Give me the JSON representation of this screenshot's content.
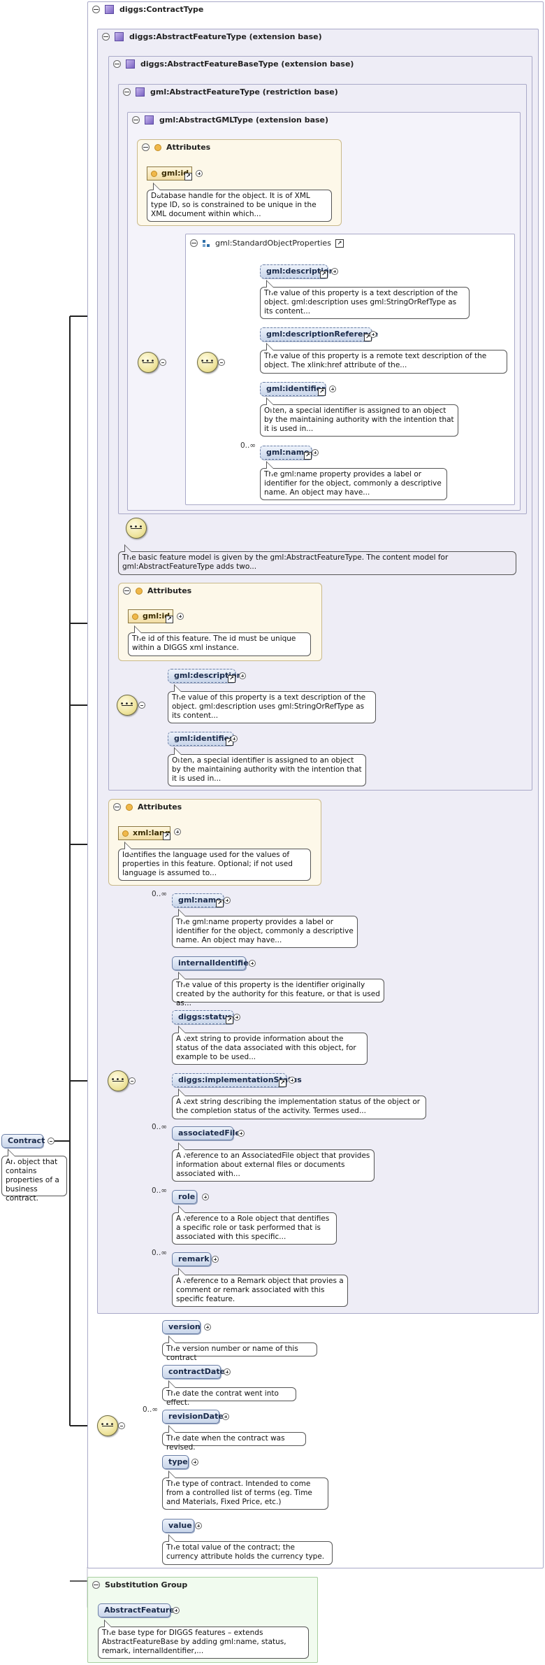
{
  "root": {
    "label": "Contract",
    "doc": "An object that contains properties of a business contract."
  },
  "contract_type": {
    "title": "diggs:ContractType"
  },
  "afeature_type": {
    "title": "diggs:AbstractFeatureType (extension base)"
  },
  "afeature_base_type": {
    "title": "diggs:AbstractFeatureBaseType (extension base)"
  },
  "gml_afeature_type": {
    "title": "gml:AbstractFeatureType (restriction base)"
  },
  "gml_agml_type": {
    "title": "gml:AbstractGMLType (extension base)"
  },
  "attrs_label": "Attributes",
  "gml_attrs": {
    "id_label": "gml:id",
    "id_doc": "Database handle for the object. It is of XML type ID, so is constrained to be unique in the XML document within which..."
  },
  "std_props": {
    "title": "gml:StandardObjectProperties",
    "items": [
      {
        "label": "gml:description",
        "doc": "The value of this property is a text description of the object. gml:description uses gml:StringOrRefType as its content..."
      },
      {
        "label": "gml:descriptionReference",
        "doc": "The value of this property is a remote text description of the object. The xlink:href attribute of the..."
      },
      {
        "label": "gml:identifier",
        "doc": "Often, a special identifier is assigned to an object by the maintaining authority with the intention that it is used in..."
      },
      {
        "label": "gml:name",
        "card": "0..∞",
        "doc": "The gml:name property provides a label or identifier for the object, commonly a descriptive name. An object may have..."
      }
    ]
  },
  "feature_model_doc": "The basic feature model is given by the gml:AbstractFeatureType. The content model for gml:AbstractFeatureType adds two...",
  "base_attrs": {
    "id_label": "gml:id",
    "id_doc": "The id of this feature. The id must be unique within a DIGGS xml instance."
  },
  "base_seq": [
    {
      "label": "gml:description",
      "doc": "The value of this property is a text description of the object. gml:description uses gml:StringOrRefType as its content..."
    },
    {
      "label": "gml:identifier",
      "doc": "Often, a special identifier is assigned to an object by the maintaining authority with the intention that it is used in..."
    }
  ],
  "feat_attrs": {
    "lang_label": "xml:lang",
    "lang_doc": "Identifies the language used for the values of properties in this feature. Optional; if not used language is assumed to..."
  },
  "feat_seq": [
    {
      "label": "gml:name",
      "card": "0..∞",
      "doc": "The gml:name property provides a label or identifier for the object, commonly a descriptive name. An object may have..."
    },
    {
      "label": "internalIdentifier",
      "doc": "The value of this property is the identifier originally created by the authority for this feature, or that is used as..."
    },
    {
      "label": "diggs:status",
      "doc": "A text string to provide information about the status of the data associated with this object, for example to be used..."
    },
    {
      "label": "diggs:implementationStatus",
      "doc": "A text string describing the implementation status of the object or the completion status of the activity. Termes used..."
    },
    {
      "label": "associatedFile",
      "card": "0..∞",
      "doc": "A reference to an AssociatedFile object that provides information about external files or documents associated with..."
    },
    {
      "label": "role",
      "card": "0..∞",
      "doc": "A reference to a Role object that dentifies a specific role or task performed that is associated with this specific..."
    },
    {
      "label": "remark",
      "card": "0..∞",
      "doc": "A reference to a Remark object that provies a comment or remark associated with this specific feature."
    }
  ],
  "contract_seq": {
    "card": "0..∞",
    "items": [
      {
        "label": "version",
        "doc": "The version number or name of this contract"
      },
      {
        "label": "contractDate",
        "doc": "The date the contrat went into effect."
      },
      {
        "label": "revisionDate",
        "doc": "The date when the contract was revised."
      },
      {
        "label": "type",
        "doc": "The type of contract. Intended to come from a controlled list of terms (eg. Time and Materials, Fixed Price, etc.)"
      },
      {
        "label": "value",
        "doc": "The total value of the contract; the currency attribute holds the currency type."
      }
    ]
  },
  "substitution": {
    "title": "Substitution Group",
    "label": "AbstractFeature",
    "doc": "The base type for DIGGS features – extends AbstractFeatureBase by adding gml:name, status, remark, internalIdentifier,..."
  }
}
